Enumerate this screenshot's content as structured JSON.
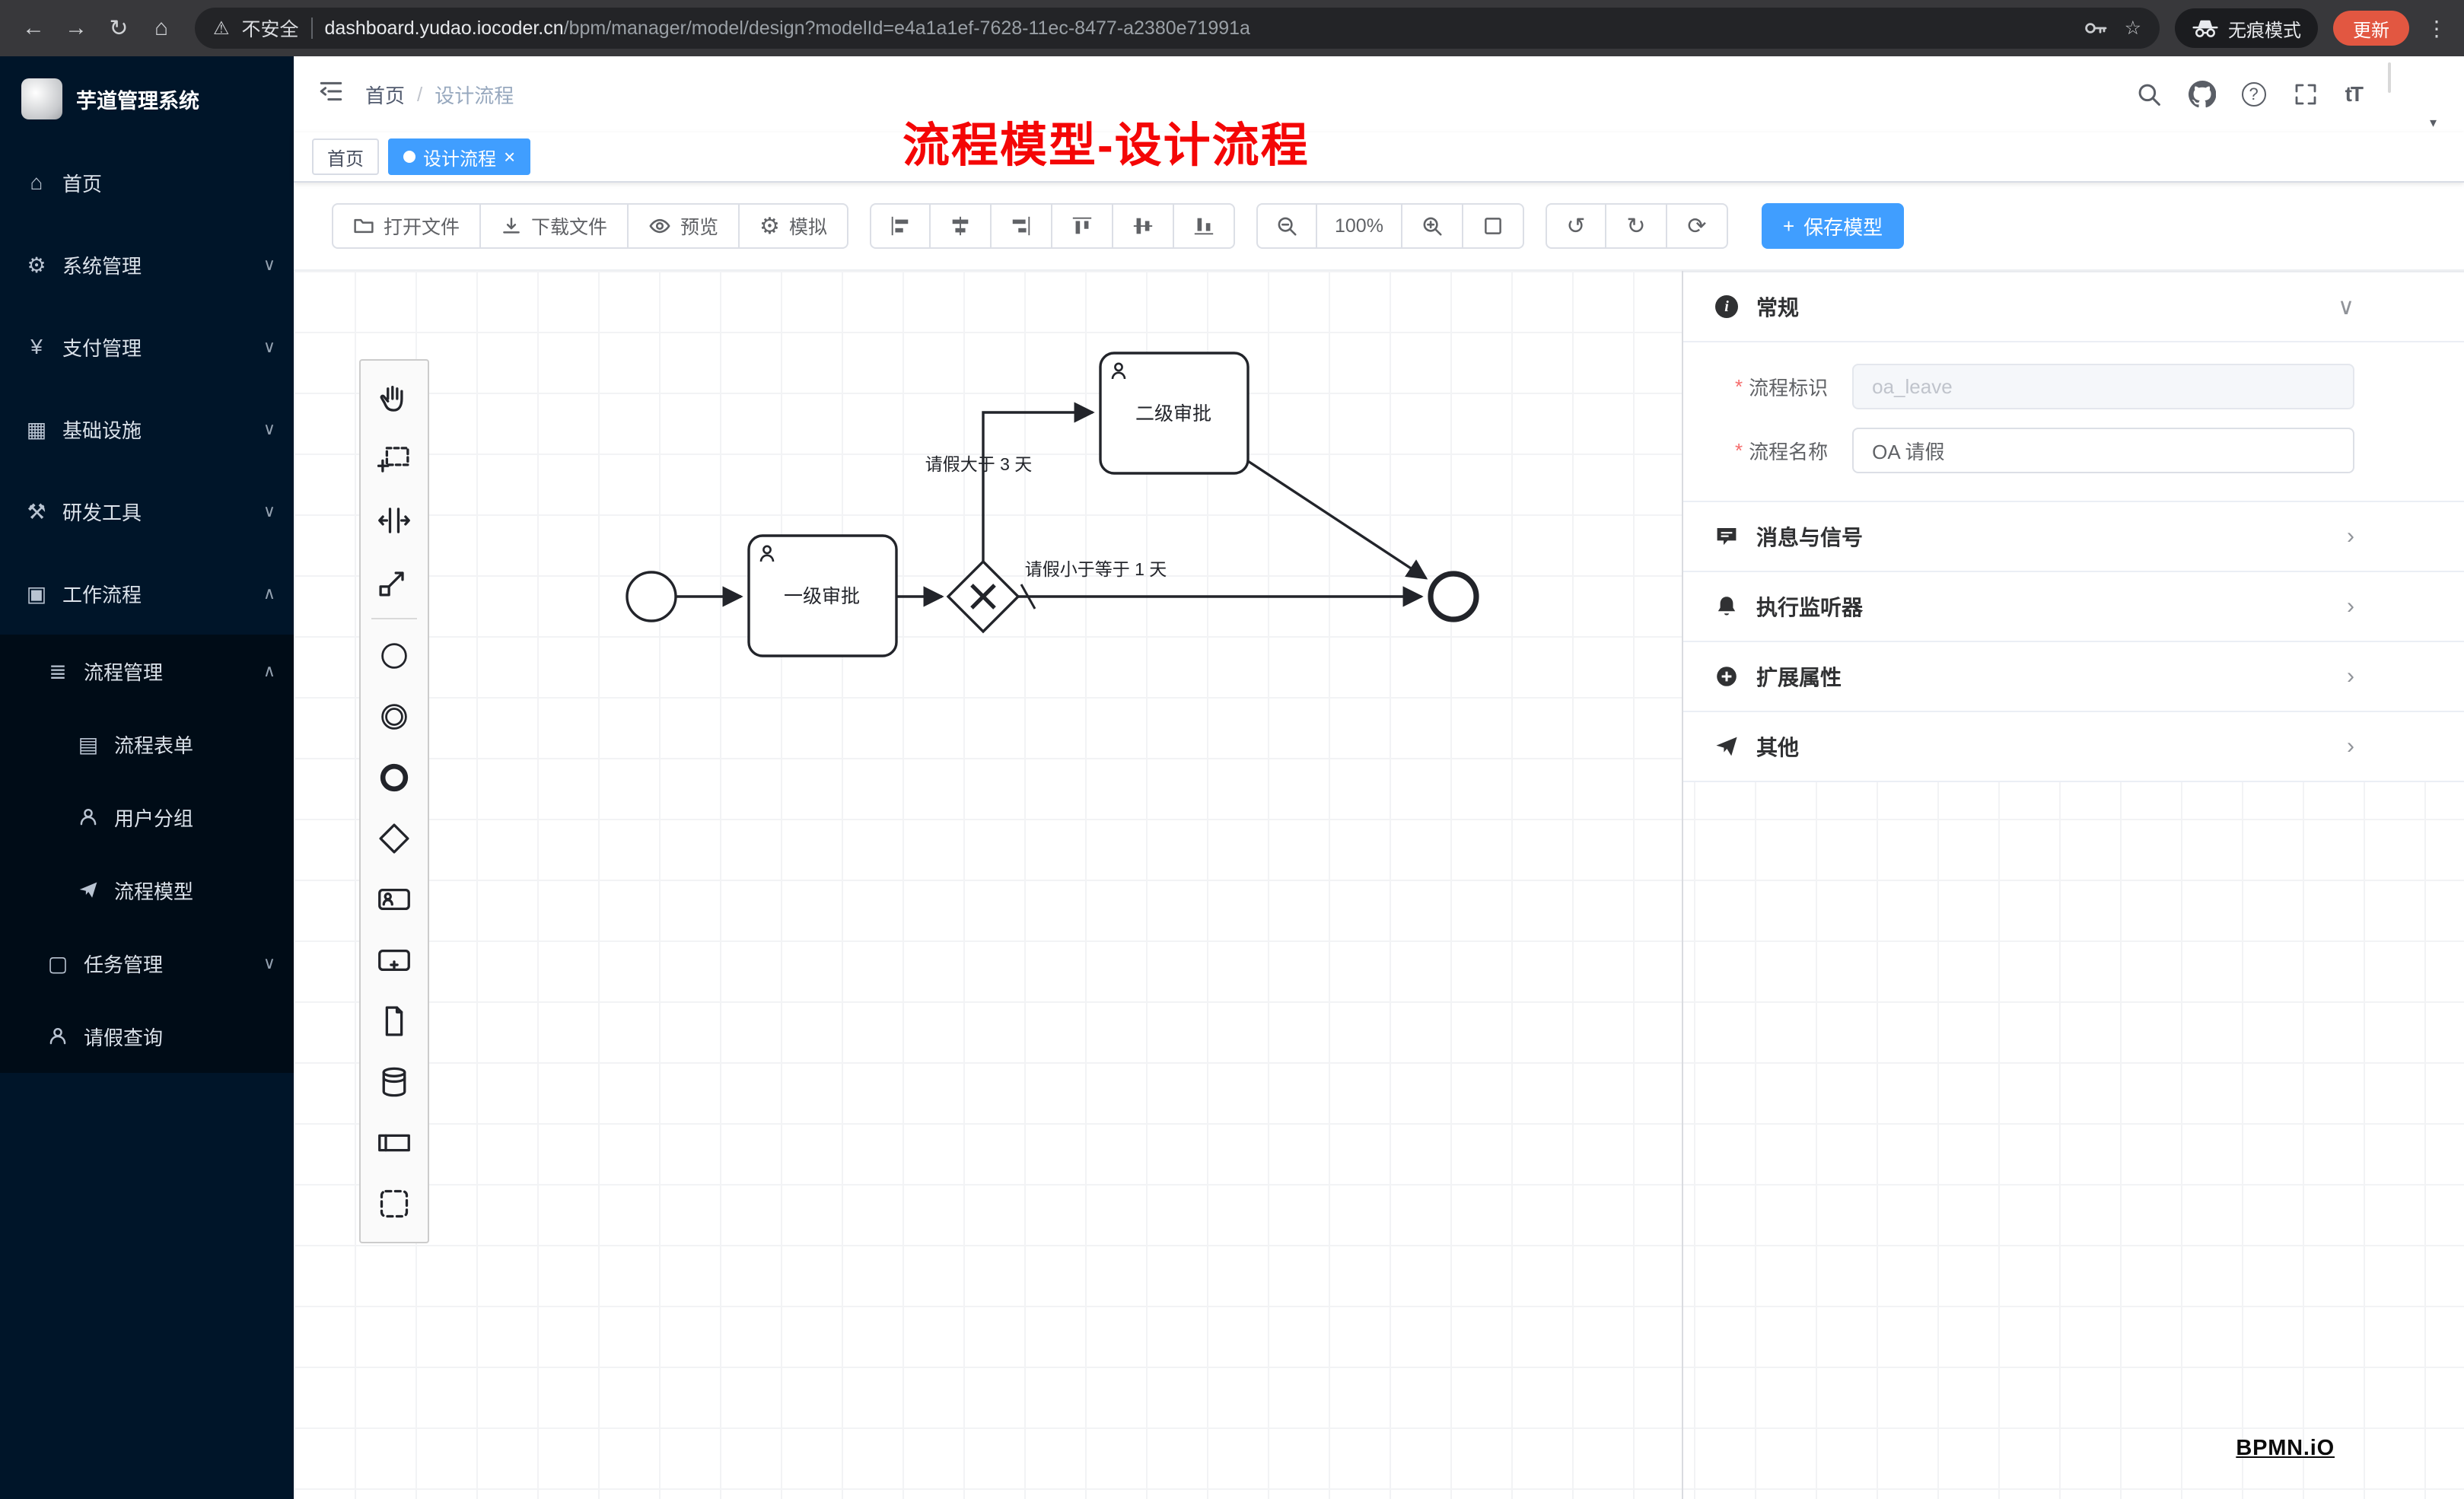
{
  "colors": {
    "accent": "#409eff",
    "sidebar_bg": "#001529",
    "submenu_bg": "#000c17",
    "update_button": "#e25741",
    "annotation_red": "#f40606"
  },
  "browser": {
    "security_label": "不安全",
    "url_host": "dashboard.yudao.iocoder.cn",
    "url_path": "/bpm/manager/model/design?modelId=e4a1a1ef-7628-11ec-8477-a2380e71991a",
    "incognito_label": "无痕模式",
    "update_label": "更新"
  },
  "sidebar": {
    "app_title": "芋道管理系统",
    "items": [
      {
        "label": "首页"
      },
      {
        "label": "系统管理"
      },
      {
        "label": "支付管理"
      },
      {
        "label": "基础设施"
      },
      {
        "label": "研发工具"
      },
      {
        "label": "工作流程"
      },
      {
        "label": "流程管理"
      },
      {
        "label": "流程表单"
      },
      {
        "label": "用户分组"
      },
      {
        "label": "流程模型"
      },
      {
        "label": "任务管理"
      },
      {
        "label": "请假查询"
      }
    ]
  },
  "header": {
    "breadcrumb_home": "首页",
    "breadcrumb_sep": "/",
    "breadcrumb_current": "设计流程",
    "annotation": "流程模型-设计流程"
  },
  "tags": {
    "home": "首页",
    "active": "设计流程"
  },
  "toolbar": {
    "open_file": "打开文件",
    "download_file": "下载文件",
    "preview": "预览",
    "simulate": "模拟",
    "zoom_level": "100%",
    "save_model": "保存模型"
  },
  "diagram": {
    "task_level1": "一级审批",
    "task_level2": "二级审批",
    "flow_condition_gt": "请假大于 3 天",
    "flow_condition_le": "请假小于等于 1 天"
  },
  "panel": {
    "section_general": "常规",
    "section_message": "消息与信号",
    "section_listener": "执行监听器",
    "section_extension": "扩展属性",
    "section_other": "其他",
    "field_key_label": "流程标识",
    "field_key_value": "oa_leave",
    "field_name_label": "流程名称",
    "field_name_value": "OA 请假"
  },
  "watermark": "BPMN.iO",
  "icons": {
    "back": "←",
    "forward": "→",
    "reload": "↻",
    "home": "⌂",
    "warning": "⚠",
    "star": "☆",
    "menu_dots": "⋮",
    "sidebar_home": "⌂",
    "sidebar_system": "⚙",
    "sidebar_pay": "¥",
    "sidebar_infra": "▦",
    "sidebar_dev": "⚒",
    "sidebar_flow": "▣",
    "sidebar_procmgr": "≣",
    "sidebar_form": "▤",
    "sidebar_task": "▢",
    "chevron_down": "∨",
    "chevron_up": "∧",
    "chevron_right": "›",
    "tab_close": "×",
    "undo": "↺",
    "redo": "↻",
    "reset": "⟳",
    "plus": "+",
    "gear": "⚙",
    "caret_down": "▾",
    "question": "?",
    "font_size": "tT",
    "info": "i",
    "asterisk": "*"
  }
}
